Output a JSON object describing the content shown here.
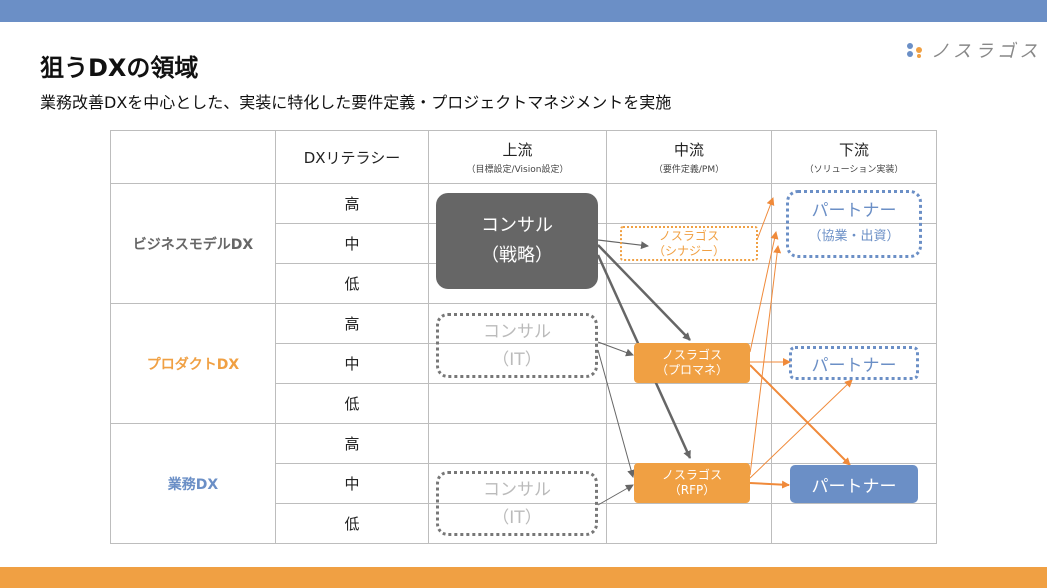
{
  "header": {
    "title": "狙うDXの領域",
    "subtitle": "業務改善DXを中心とした、実装に特化した要件定義・プロジェクトマネジメントを実施",
    "logo_text": "ノスラゴス"
  },
  "table": {
    "literacy_header": "DXリテラシー",
    "columns": [
      {
        "main": "上流",
        "sub": "（目標設定/Vision設定）"
      },
      {
        "main": "中流",
        "sub": "（要件定義/PM）"
      },
      {
        "main": "下流",
        "sub": "（ソリューション実装）"
      }
    ],
    "categories": [
      {
        "label": "ビジネスモデルDX",
        "color": "#666666"
      },
      {
        "label": "プロダクトDX",
        "color": "#f0a043"
      },
      {
        "label": "業務DX",
        "color": "#6b8fc6"
      }
    ],
    "levels": [
      "高",
      "中",
      "低"
    ]
  },
  "boxes": {
    "consul_strategy": {
      "line1": "コンサル",
      "line2": "（戦略）"
    },
    "consul_it1": {
      "line1": "コンサル",
      "line2": "（IT）"
    },
    "consul_it2": {
      "line1": "コンサル",
      "line2": "（IT）"
    },
    "nosu_synergy": {
      "line1": "ノスラゴス",
      "line2": "（シナジー）"
    },
    "nosu_pm": {
      "line1": "ノスラゴス",
      "line2": "（プロマネ）"
    },
    "nosu_rfp": {
      "line1": "ノスラゴス",
      "line2": "（RFP）"
    },
    "partner_invest": {
      "line1": "パートナー",
      "line2": "（協業・出資）"
    },
    "partner_product": {
      "line1": "パートナー"
    },
    "partner_ops": {
      "line1": "パートナー"
    }
  },
  "colors": {
    "blue": "#6b8fc6",
    "orange": "#f0a043",
    "dark": "#666666"
  }
}
